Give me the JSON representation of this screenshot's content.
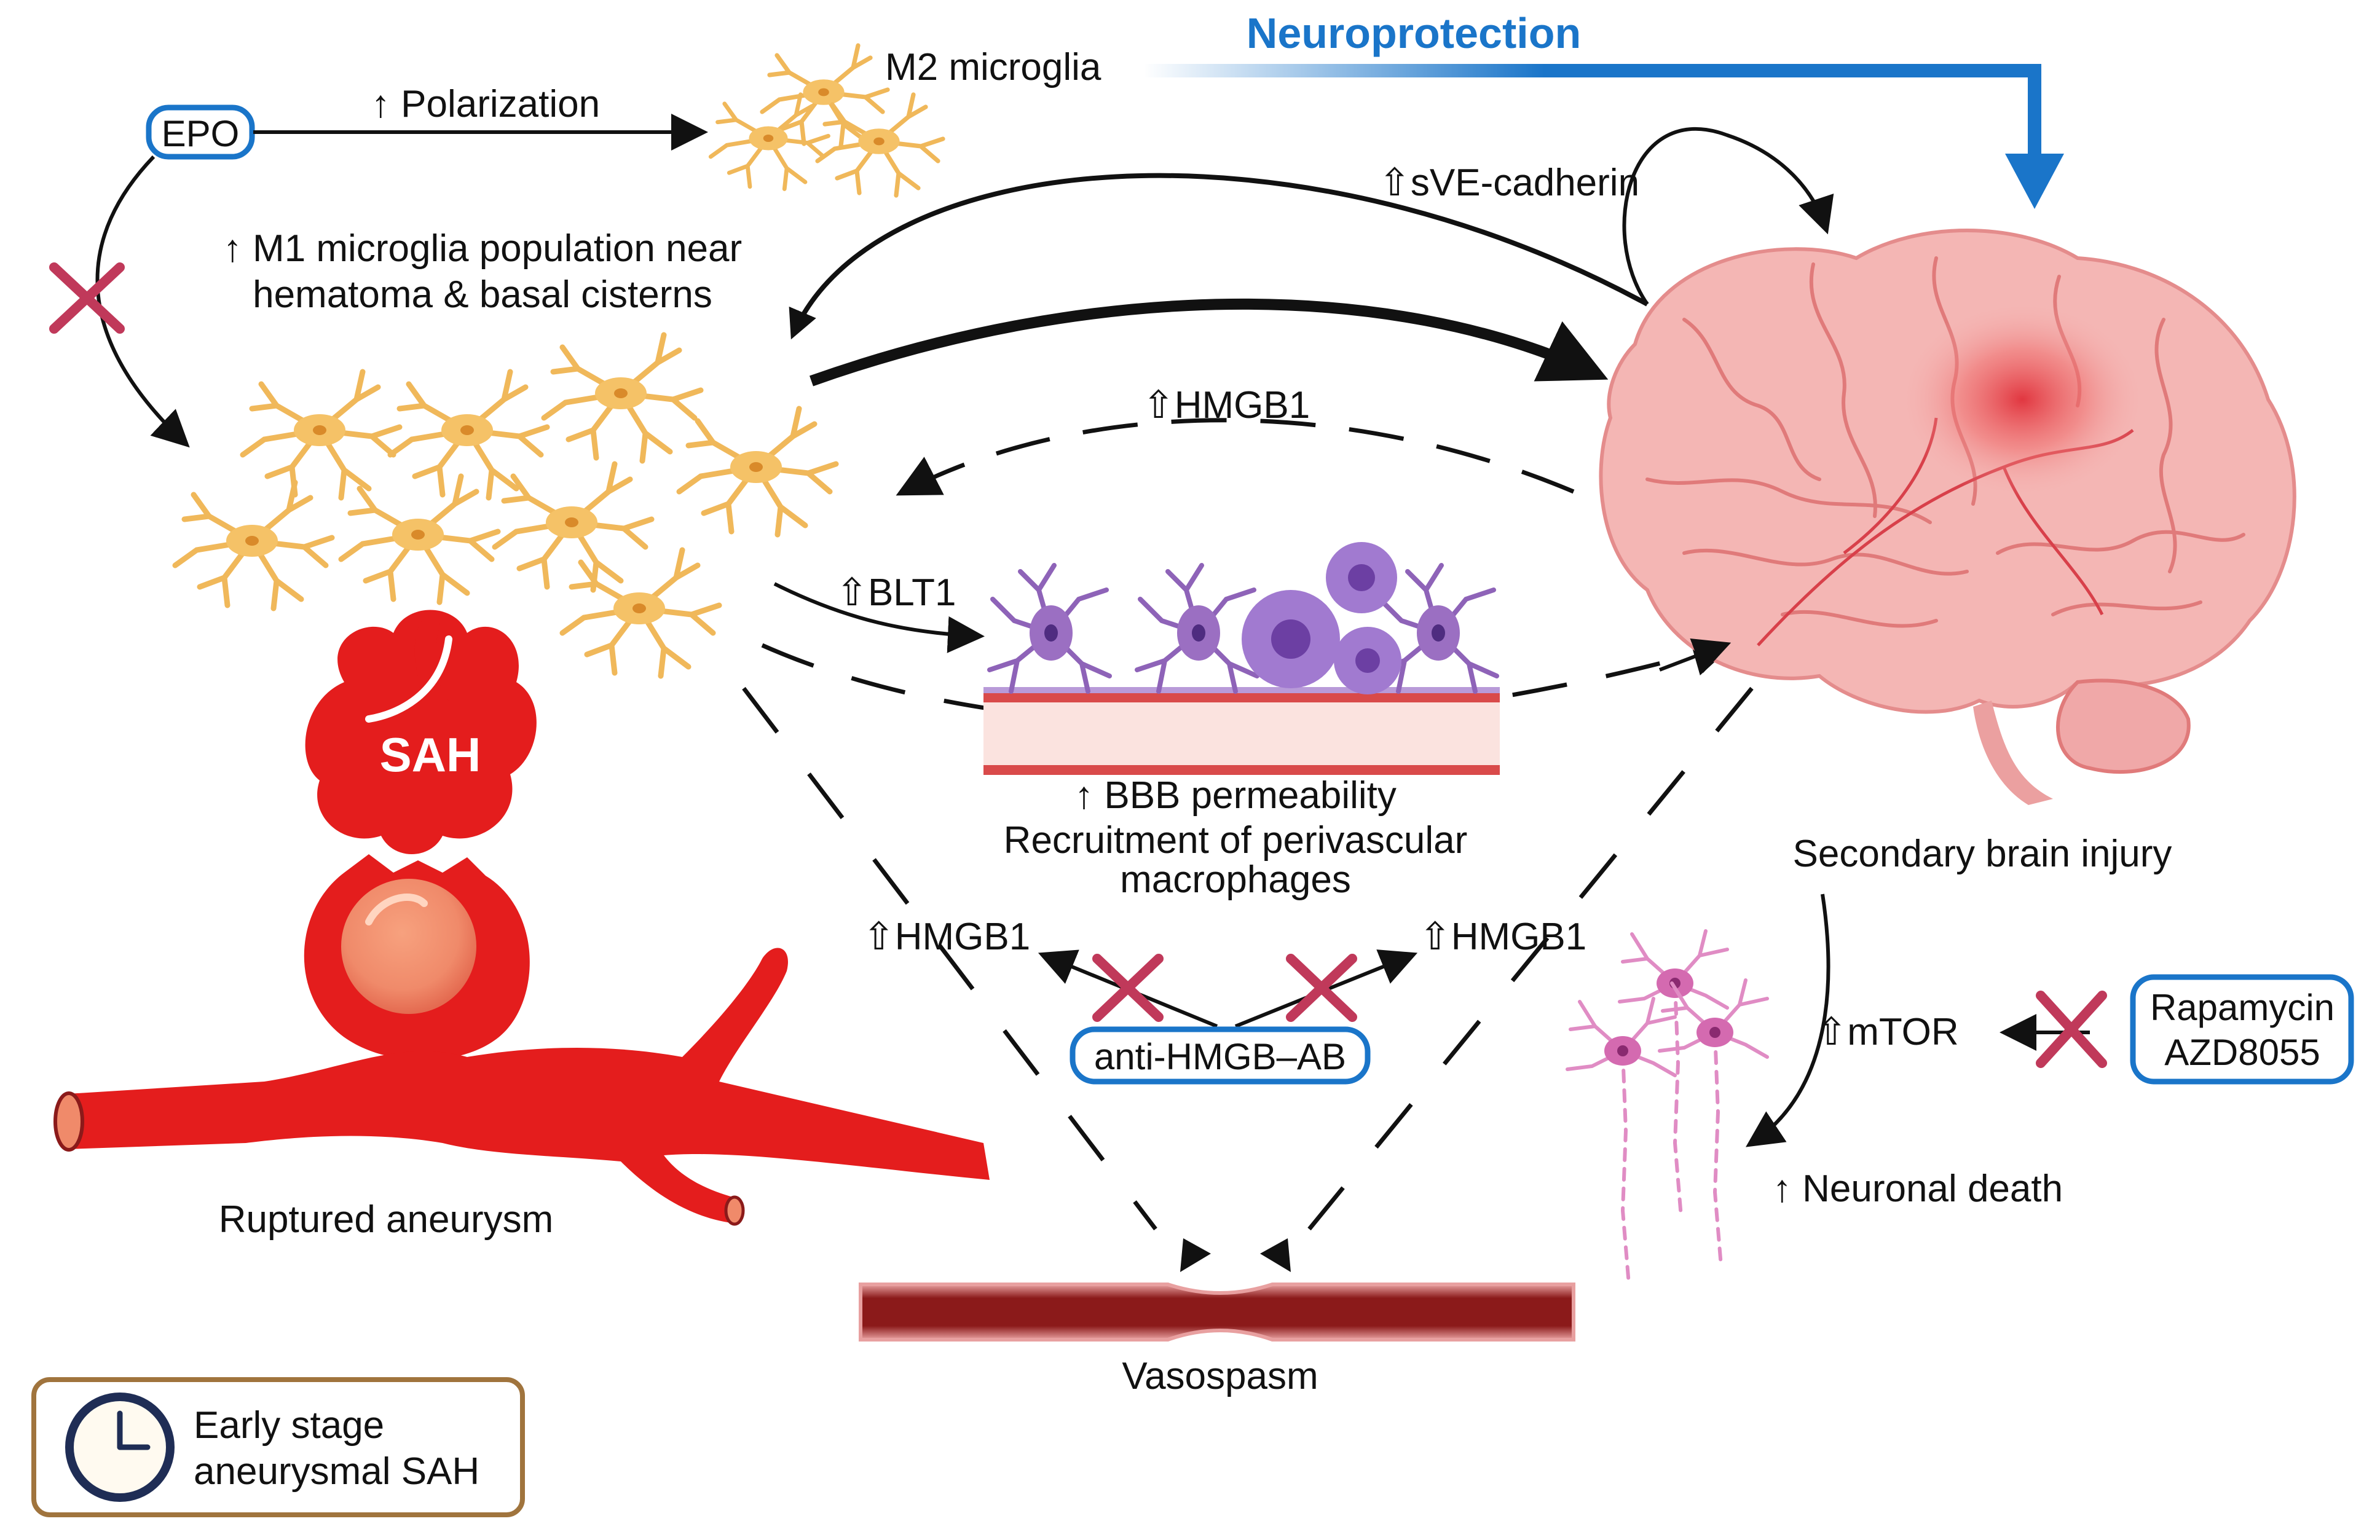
{
  "labels": {
    "neuroprotection": "Neuroprotection",
    "m2_microglia": "M2 microglia",
    "polarization": "↑ Polarization",
    "epo": "EPO",
    "m1_line1": "↑ M1 microglia population near",
    "m1_line2": "hematoma & basal cisterns",
    "sve_cadherin": "⇧sVE-cadherin",
    "hmgb1_top": "⇧HMGB1",
    "blt1": "⇧BLT1",
    "sah": "SAH",
    "bbb_line1": "↑ BBB permeability",
    "bbb_line2": "Recruitment of perivascular",
    "bbb_line3": "macrophages",
    "hmgb1_left": "⇧HMGB1",
    "hmgb1_right": "⇧HMGB1",
    "anti_hmgb": "anti-HMGB–AB",
    "secondary_injury": "Secondary brain injury",
    "mtor": "⇧mTOR",
    "rapamycin": "Rapamycin",
    "azd": "AZD8055",
    "neuronal_death": "↑ Neuronal death",
    "ruptured_aneurysm": "Ruptured aneurysm",
    "vasospasm": "Vasospasm",
    "early_line1": "Early stage",
    "early_line2": "aneurysmal SAH"
  },
  "icons": [
    "microglia-cell-icon",
    "brain-icon",
    "aneurysm-icon",
    "neuron-icon",
    "clock-icon",
    "vessel-icon",
    "inhibition-x-icon"
  ],
  "colors": {
    "blue_accent": "#1a75c9",
    "inhibit": "#c0395a",
    "microglia": "#f5c267",
    "brain": "#f4b6b4",
    "blood": "#e41d1d",
    "macrophage": "#9b6fc2",
    "neuron": "#e08cc4",
    "vessel": "#8b1a1a",
    "clock_frame": "#a0743d"
  }
}
